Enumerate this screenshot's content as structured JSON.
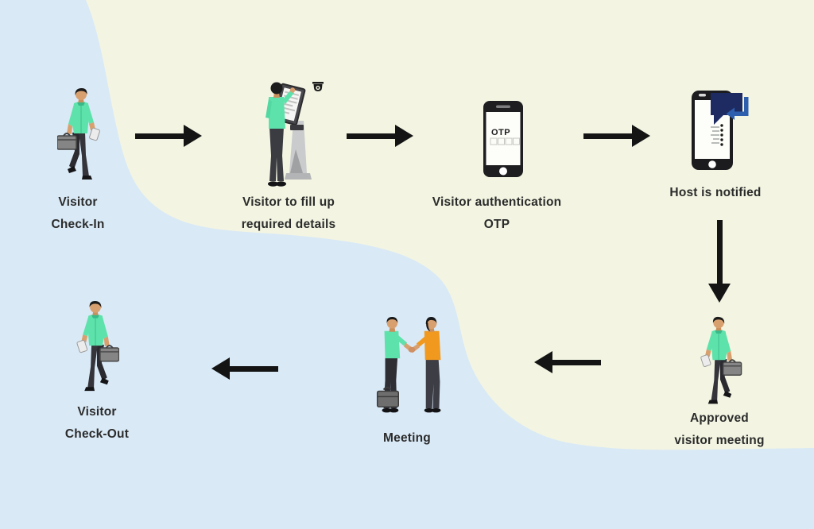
{
  "flow": {
    "type": "flowchart",
    "topic": "Visitor management process",
    "steps": [
      {
        "id": "visitor-check-in",
        "label_line1": "Visitor",
        "label_line2": "Check-In"
      },
      {
        "id": "fill-required-details",
        "label_line1": "Visitor to fill up",
        "label_line2": "required details"
      },
      {
        "id": "visitor-authentication-otp",
        "label_line1": "Visitor authentication",
        "label_line2": "OTP",
        "phone_screen_text": "OTP"
      },
      {
        "id": "host-notified",
        "label": "Host is notified"
      },
      {
        "id": "approved-visitor-meeting",
        "label_line1": "Approved",
        "label_line2": "visitor meeting"
      },
      {
        "id": "meeting",
        "label": "Meeting"
      },
      {
        "id": "visitor-check-out",
        "label_line1": "Visitor",
        "label_line2": "Check-Out"
      }
    ],
    "arrows": [
      {
        "from": "visitor-check-in",
        "to": "fill-required-details",
        "direction": "right"
      },
      {
        "from": "fill-required-details",
        "to": "visitor-authentication-otp",
        "direction": "right"
      },
      {
        "from": "visitor-authentication-otp",
        "to": "host-notified",
        "direction": "right"
      },
      {
        "from": "host-notified",
        "to": "approved-visitor-meeting",
        "direction": "down"
      },
      {
        "from": "approved-visitor-meeting",
        "to": "meeting",
        "direction": "left"
      },
      {
        "from": "meeting",
        "to": "visitor-check-out",
        "direction": "left"
      }
    ]
  },
  "colors": {
    "background_blue": "#d9e9f6",
    "background_cream": "#f3f5e2",
    "arrow": "#141414",
    "text": "#2b2b2b",
    "shirt_green": "#5ee2ab",
    "shirt_orange": "#f0991e",
    "pants_dark": "#2e2e34",
    "briefcase_gray": "#7d7d7d",
    "notification_bubble_navy": "#1e2b63",
    "notification_arrow_blue": "#2e5faf"
  }
}
